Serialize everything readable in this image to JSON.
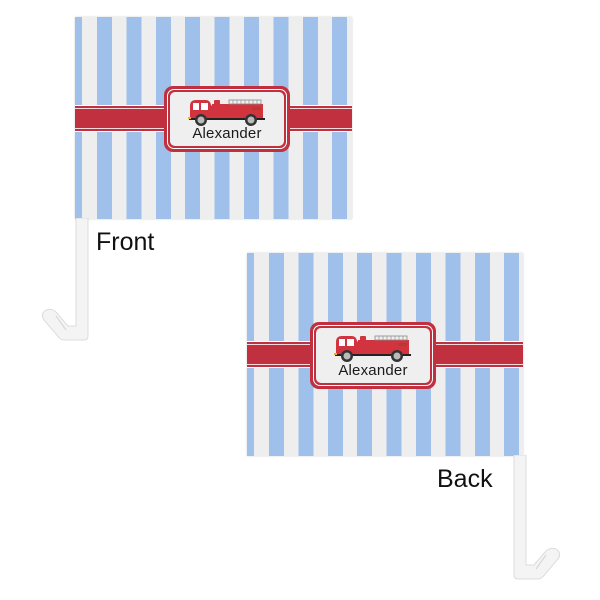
{
  "colors": {
    "stripe_blue": "#9ec0ea",
    "stripe_white": "#eeeeee",
    "band_red": "#c0303e",
    "truck_red": "#d1343f",
    "pole_white": "#f4f4f4"
  },
  "flags": [
    {
      "side": "front",
      "label": "Front",
      "emblem_name": "Alexander",
      "icon": "fire-truck-icon"
    },
    {
      "side": "back",
      "label": "Back",
      "emblem_name": "Alexander",
      "icon": "fire-truck-icon"
    }
  ]
}
